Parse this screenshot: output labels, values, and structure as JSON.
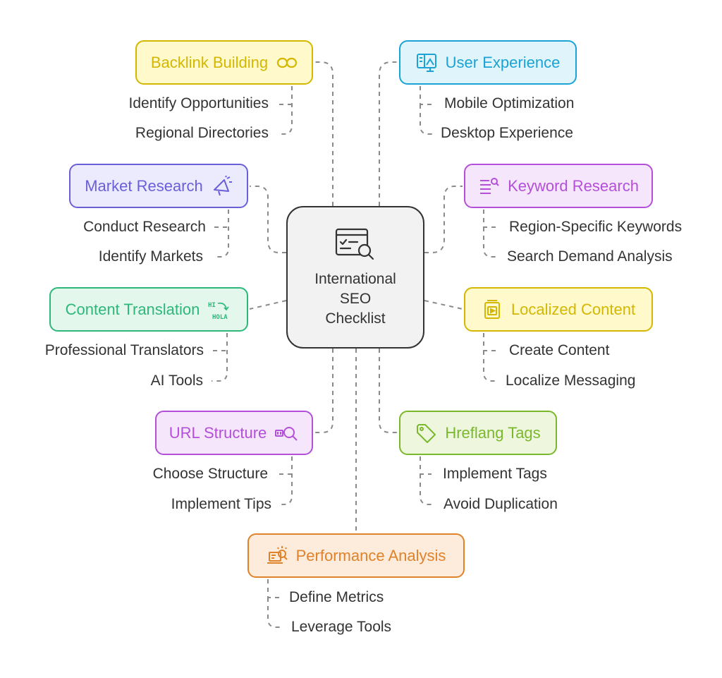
{
  "center": {
    "title": "International\nSEO\nChecklist",
    "icon": "checklist-search-icon"
  },
  "nodes": [
    {
      "id": "backlink",
      "label": "Backlink Building",
      "icon": "link-icon",
      "color": "#d4b700",
      "bg": "#fff9cc",
      "children": [
        "Identify Opportunities",
        "Regional Directories"
      ]
    },
    {
      "id": "ux",
      "label": "User Experience",
      "icon": "layout-icon",
      "color": "#1aa3d4",
      "bg": "#dff4fb",
      "children": [
        "Mobile Optimization",
        "Desktop Experience"
      ]
    },
    {
      "id": "market",
      "label": "Market Research",
      "icon": "megaphone-icon",
      "color": "#6b5fd9",
      "bg": "#ecebfd",
      "children": [
        "Conduct Research",
        "Identify Markets"
      ]
    },
    {
      "id": "keyword",
      "label": "Keyword Research",
      "icon": "search-list-icon",
      "color": "#b34fd9",
      "bg": "#f6e6fb",
      "children": [
        "Region-Specific Keywords",
        "Search Demand Analysis"
      ]
    },
    {
      "id": "translation",
      "label": "Content Translation",
      "icon": "translate-icon",
      "color": "#2db87a",
      "bg": "#e3f7ec",
      "children": [
        "Professional Translators",
        "AI Tools"
      ]
    },
    {
      "id": "localized",
      "label": "Localized Content",
      "icon": "video-content-icon",
      "color": "#d4b700",
      "bg": "#fff9cc",
      "children": [
        "Create Content",
        "Localize Messaging"
      ]
    },
    {
      "id": "url",
      "label": "URL Structure",
      "icon": "url-search-icon",
      "color": "#b34fd9",
      "bg": "#f6e6fb",
      "children": [
        "Choose Structure",
        "Implement Tips"
      ]
    },
    {
      "id": "hreflang",
      "label": "Hreflang Tags",
      "icon": "tag-icon",
      "color": "#7ab82d",
      "bg": "#eef7de",
      "children": [
        "Implement Tags",
        "Avoid Duplication"
      ]
    },
    {
      "id": "performance",
      "label": "Performance Analysis",
      "icon": "laptop-analysis-icon",
      "color": "#e0822a",
      "bg": "#fdecdc",
      "children": [
        "Define Metrics",
        "Leverage Tools"
      ]
    }
  ]
}
